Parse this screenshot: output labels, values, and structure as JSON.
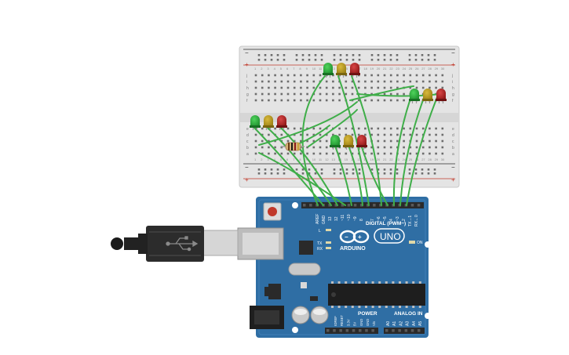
{
  "breadboard": {
    "column_numbers": [
      "1",
      "2",
      "3",
      "4",
      "5",
      "6",
      "7",
      "8",
      "9",
      "10",
      "11",
      "12",
      "13",
      "14",
      "15",
      "16",
      "17",
      "18",
      "19",
      "20",
      "21",
      "22",
      "23",
      "24",
      "25",
      "26",
      "27",
      "28",
      "29",
      "30"
    ],
    "row_letters_top": [
      "j",
      "i",
      "h",
      "g",
      "f"
    ],
    "row_letters_bottom": [
      "e",
      "d",
      "c",
      "b",
      "a"
    ],
    "rail_minus": "−",
    "rail_plus": "+"
  },
  "arduino": {
    "logo_text": "ARDUINO",
    "model_text": "UNO",
    "digital_label": "DIGITAL (PWM~)",
    "power_label": "POWER",
    "analog_label": "ANALOG IN",
    "on_label": "ON",
    "led_l_label": "L",
    "led_tx_label": "TX",
    "led_rx_label": "RX",
    "aref_label": "AREF",
    "gnd_label": "GND",
    "digital_pins": [
      "13",
      "12",
      "~11",
      "~10",
      "~9",
      "8",
      "7",
      "~6",
      "~5",
      "4",
      "~3",
      "2",
      "TX→1",
      "RX←0"
    ],
    "power_pins": [
      "IOREF",
      "RESET",
      "3.3V",
      "5V",
      "GND",
      "GND",
      "Vin"
    ],
    "analog_pins": [
      "A0",
      "A1",
      "A2",
      "A3",
      "A4",
      "A5"
    ]
  },
  "colors": {
    "wire": "#3fae49",
    "board_blue": "#2f6ea4",
    "led_green": "#1f8f2e",
    "led_yellow": "#a58a1c",
    "led_red": "#9c1c1c"
  },
  "icons": {
    "usb": "usb-icon"
  }
}
